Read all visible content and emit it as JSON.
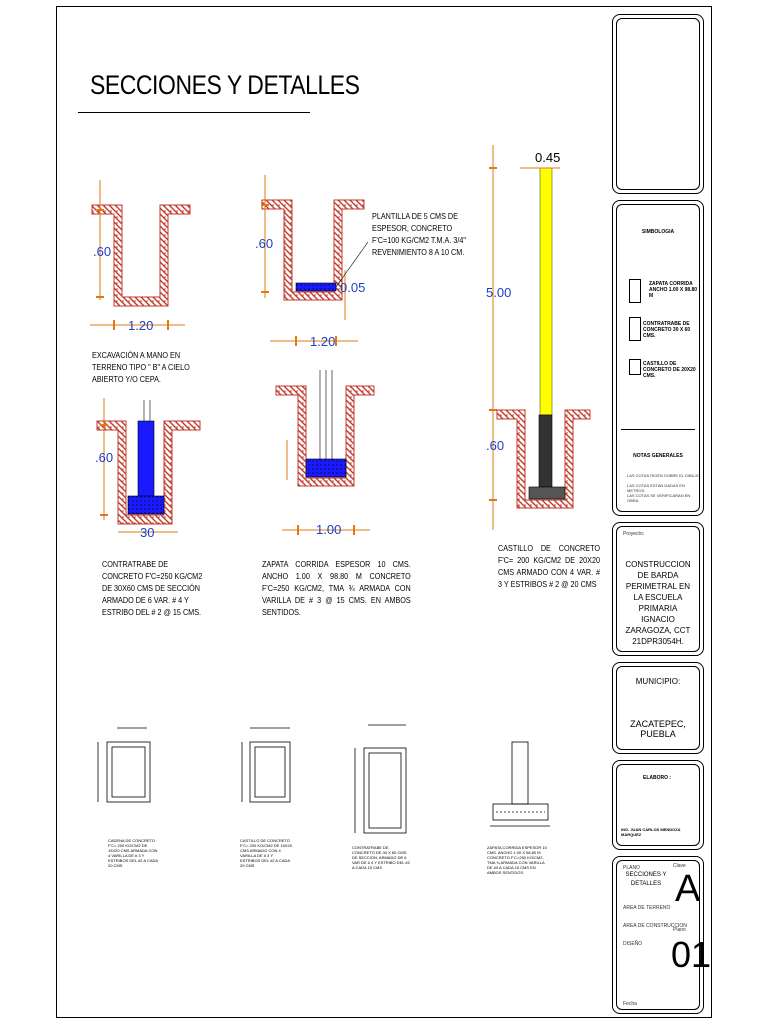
{
  "title": "SECCIONES Y DETALLES",
  "dims": {
    "d60": ".60",
    "d120": "1.20",
    "d05": "0.05",
    "d500": "5.00",
    "d045": "0.45",
    "d100": "1.00",
    "d30": "30"
  },
  "notes": {
    "excavacion": "EXCAVACIÓN A MANO EN TERRENO TIPO \" B\" A CIELO ABIERTO Y/O CEPA.",
    "plantilla": "PLANTILLA DE 5 CMS DE ESPESOR, CONCRETO F'C=100 KG/CM2 T.M.A. 3/4\" REVENIMIENTO 8 A 10 CM.",
    "contratrabe": "CONTRATRABE DE CONCRETO F'C=250 KG/CM2 DE 30X60 CMS DE SECCIÓN ARMADO DE 6 VAR. # 4 Y ESTRIBO DEL # 2 @ 15 CMS.",
    "zapata": "ZAPATA CORRIDA ESPESOR 10 CMS. ANCHO 1.00 X 98.80 M CONCRETO F'C=250 KG/CM2, TMA ¾ ARMADA CON VARILLA DE # 3 @ 15 CMS. EN AMBOS SENTIDOS.",
    "castillo": "CASTILLO DE CONCRETO F'C= 200 KG/CM2 DE 20X20 CMS ARMADO CON 4 VAR. # 3 Y ESTRIBOS # 2 @ 20 CMS"
  },
  "small_details": {
    "d1": "CADENA DE CONCRETO F'C= 200 KG/CM2 DE 15X20 CMS ARMADA CON 4 VARILLA DE # 3 Y ESTRIBOS DEL #2 A CADA 20 CMS",
    "d2": "CASTILLO DE CONCRETO F'C= 200 KG/CM2 DE 15X20 CMS ARMADO CON 4 VARILLA DE # 3 Y ESTRIBOS DEL #2 A CADA 20 CMS",
    "d3": "CONTRATRABE DE CONCRETO DE 30 X 60 CMS DE SECCION, ARMADO DE 6 VAR DE # 4 Y ESTRIBO DEL #2 A CADA 15 CMS",
    "d4": "ZAPATA CORRIDA ESPESOR 10 CMS. ANCHO 1.00 X 98.80 M CONCRETO F'C=250 KG/CM2, TMA ¾ ARMADA CON VARILLA DE #3 A CADA 15 CMS EN AMBOS SENTIDOS."
  },
  "title_block": {
    "simbologia": "SIMBOLOGIA",
    "sym1": "ZAPATA CORRIDA ANCHO 1.00 X 98.80 M",
    "sym2": "CONTRATRABE DE CONCRETO 30 X 60 CMS.",
    "sym3": "CASTILLO DE CONCRETO DE 20X20 CMS.",
    "notas_title": "NOTAS GENERALES",
    "nota1": "LAS COTAS RIGEN SOBRE EL DIBUJO.",
    "nota2": "LAS COTAS ESTAN DADAS EN METROS.",
    "nota3": "LAS COTAS SE VERIFICARAN EN OBRA.",
    "proyecto_label": "Proyecto:",
    "proyecto": "CONSTRUCCION DE BARDA PERIMETRAL EN LA ESCUELA PRIMARIA IGNACIO ZARAGOZA, CCT 21DPR3054H.",
    "municipio_label": "MUNICIPIO:",
    "municipio": "ZACATEPEC, PUEBLA",
    "elaboro_label": "ELABORO :",
    "elaboro": "ING. JUAN CARLOS MENDOZA MARQUEZ",
    "plano_label": "PLANO",
    "plano_name": "SECCIONES Y DETALLES",
    "clave_label": "Clave",
    "clave": "A",
    "area_terreno": "AREA DE TERRENO",
    "area_construccion": "AREA DE CONSTRUCCION",
    "diseno": "DISEÑO",
    "plano_num_label": "Plano",
    "plano_num": "01",
    "fecha_label": "Fecha"
  },
  "colors": {
    "brick": "#c0392b",
    "concrete_blue": "#1a1aff",
    "castillo_yellow": "#ffff00",
    "dim_orange": "#e07a10",
    "dim_blue": "#1d3fc7"
  }
}
